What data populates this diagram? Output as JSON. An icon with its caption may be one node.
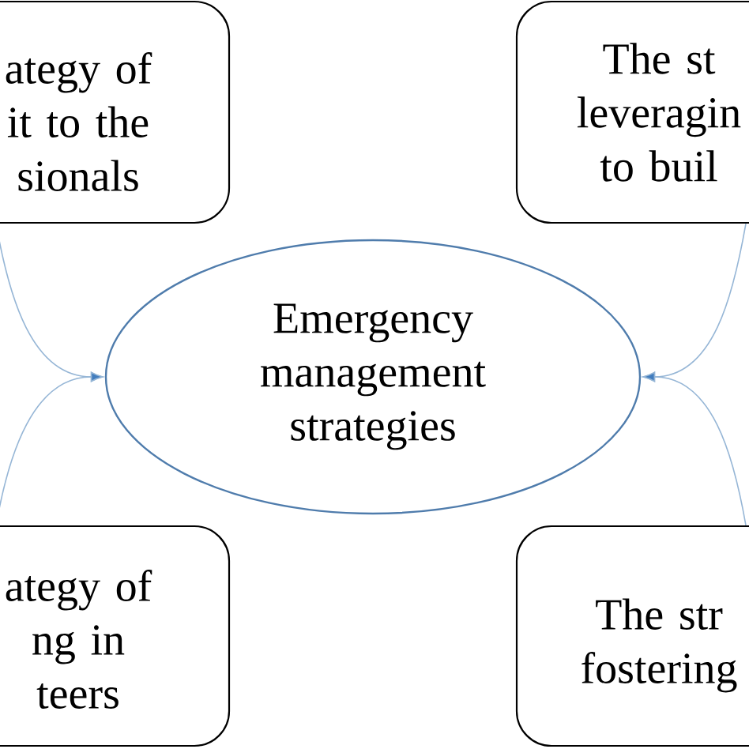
{
  "diagram": {
    "nodes": [
      {
        "text": [
          "ategy of it to the sionals"
        ]
      },
      {
        "text": [
          "The st leveragin to buil"
        ]
      },
      {
        "text": [
          "Emergency management strategies"
        ]
      },
      {
        "text": [
          "ategy of ng in teers"
        ]
      },
      {
        "text": [
          "The str fostering"
        ]
      }
    ],
    "edges": [
      {
        "from": 0,
        "to": 2,
        "arrow": "to"
      },
      {
        "from": 1,
        "to": 2,
        "arrow": "to"
      },
      {
        "from": 3,
        "to": 2,
        "arrow": "to"
      },
      {
        "from": 4,
        "to": 2,
        "arrow": "to"
      }
    ]
  }
}
